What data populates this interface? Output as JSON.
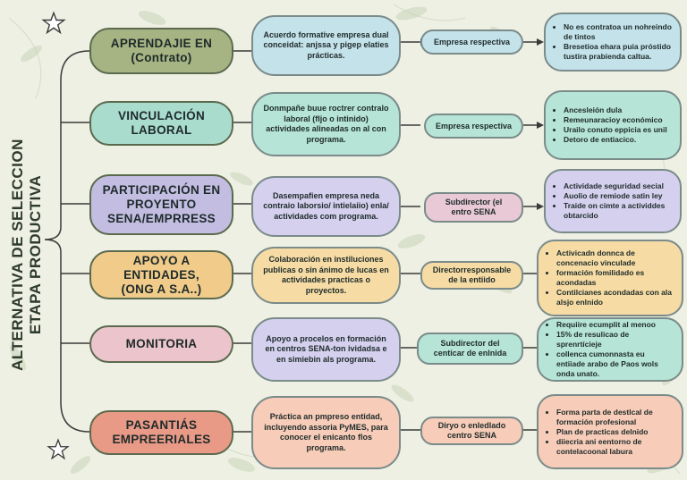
{
  "title": {
    "line1": "ALTERNATIVA DE SELECCION",
    "line2": "ETAPA PRODUCTIVA"
  },
  "colors": {
    "background": "#eef0e3",
    "connector": "#3a3a3a"
  },
  "rows": [
    {
      "category": "APRENDAJIE EN\n(Contrato)",
      "cat_color": "#a6b483",
      "description": "Acuerdo formative empresa dual conceidat: anjssa y pigep elaties prácticas.",
      "desc_color": "#c4e2ea",
      "responsible": "Empresa respectiva",
      "resp_color": "#c4e2ea",
      "details": [
        "No es contratoa un nohreindo de tintos",
        "Bresetioa ehara puia próstido tustira prabienda caltua."
      ],
      "det_color": "#c4e2ea"
    },
    {
      "category": "VINCULACIÓN\nLABORAL",
      "cat_color": "#a9dccd",
      "description": "Donmpañe buue roctrer contralo laboral (fljo o intinido) actividades alineadas on al con programa.",
      "desc_color": "#b6e4d6",
      "responsible": "Empresa respectiva",
      "resp_color": "#b6e4d6",
      "details": [
        "Ancesleión dula",
        "Remeunaracioy económico",
        "Urailo conuto eppicia es unil",
        "Detoro de entiacico."
      ],
      "det_color": "#b6e4d6"
    },
    {
      "category": "PARTICIPACIÓN EN\nPROYENTO\nSENA/EMPRRESS",
      "cat_color": "#c3bde2",
      "description": "Dasempafien empresa neda contraio laborsio/ intielaiio) enla/ actividades com programa.",
      "desc_color": "#d4d0ee",
      "responsible": "Subdirector (el\nentro SENA",
      "resp_color": "#e9c9d6",
      "details": [
        "Actividade seguridad secial",
        "Auolio de remiode satin ley",
        "Traide on cimte a actividdes obtarcido"
      ],
      "det_color": "#d4d0ee"
    },
    {
      "category": "APOYO A\nENTIDADES,\n(ONG A S.A..)",
      "cat_color": "#f0cb8a",
      "description": "Colaboración en instiluciones publicas o sin ánimo de lucas en actividades practicas o proyectos.",
      "desc_color": "#f6dca4",
      "responsible": "Directorresponsable\nde la entiido",
      "resp_color": "#f6dca4",
      "details": [
        "Activicadn donnca de concenacio vinculade",
        "formación fomilidado es acondadas",
        "Contilcianes acondadas con ala alsjo enlnido"
      ],
      "det_color": "#f6dca4"
    },
    {
      "category": "MONITORIA",
      "cat_color": "#ecc4cc",
      "description": "Apoyo a procelos en formación en centros SENA-ton ividadsa e en simiebin als programa.",
      "desc_color": "#d4d0ee",
      "responsible": "Subdirector del\ncenticar de enlnida",
      "resp_color": "#b6e4d6",
      "details": [
        "Requiire ecumplit al menoo",
        "15% de resulicao de sprenrtícieje",
        "collenca cumonnasta eu entiiade arabo de Paos wols onda unato."
      ],
      "det_color": "#b6e4d6"
    },
    {
      "category": "PASANTIÁS\nEMPREERIALES",
      "cat_color": "#e99a86",
      "description": "Práctica an pmpreso entidad, incluyendo assoria PyMES, para conocer el enicanto flos programa.",
      "desc_color": "#f7ccb8",
      "responsible": "Diryo o enledlado\ncentro SENA",
      "resp_color": "#f7ccb8",
      "details": [
        "Forma parta de destlcal de formación profesional",
        "Plan de practicas delnido",
        "diiecria ani eentorno de contelacoonal labura"
      ],
      "det_color": "#f7ccb8"
    }
  ]
}
